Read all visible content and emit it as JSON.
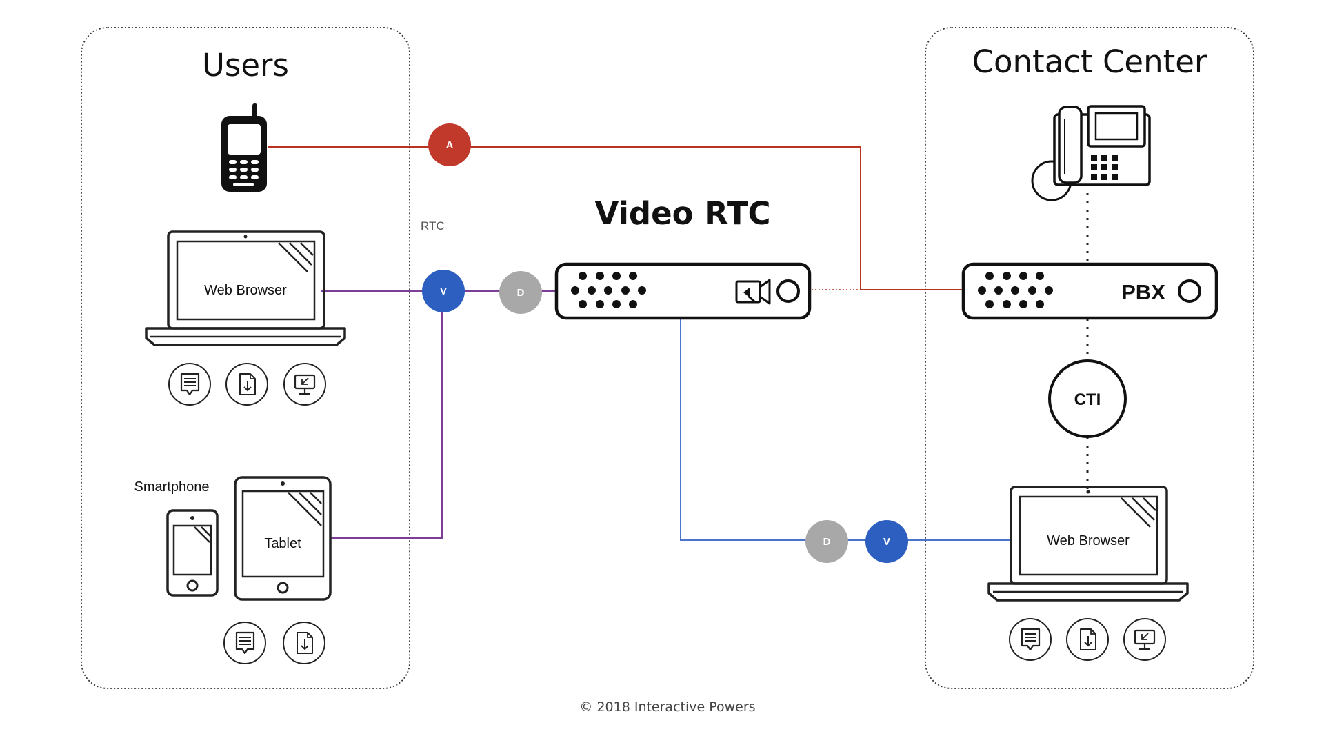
{
  "groups": {
    "users": {
      "title": "Users"
    },
    "contact_center": {
      "title": "Contact Center"
    }
  },
  "hub": {
    "title": "Video RTC"
  },
  "labels": {
    "rtc": "RTC",
    "user_web_browser": "Web Browser",
    "smartphone": "Smartphone",
    "tablet": "Tablet",
    "agent_web_browser": "Web Browser",
    "pbx": "PBX",
    "cti": "CTI"
  },
  "badges": {
    "audio": "A",
    "video": "V",
    "data": "D"
  },
  "colors": {
    "audio_line": "#b83321",
    "audio_badge": "#c0392b",
    "rtc_line": "#7b3f98",
    "video_line": "#4a74c9",
    "video_badge": "#2c5fc0",
    "data_badge": "#a8a8a8",
    "outline": "#222222"
  },
  "icons": [
    "mobile-phone-icon",
    "laptop-icon",
    "smartphone-icon",
    "tablet-icon",
    "desk-phone-icon",
    "chat-icon",
    "file-download-icon",
    "screen-share-icon",
    "video-camera-icon"
  ],
  "footer": {
    "copyright": "© 2018 Interactive Powers"
  }
}
